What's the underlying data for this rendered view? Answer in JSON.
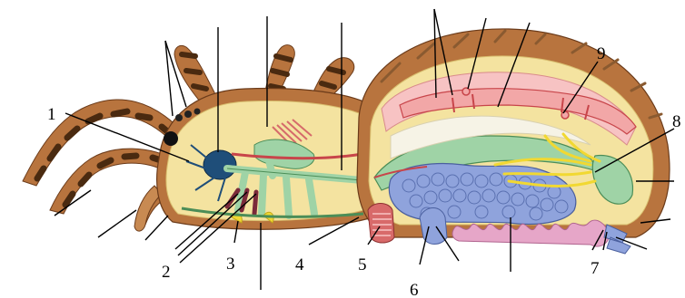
{
  "labels": [
    {
      "id": "1",
      "text": "1"
    },
    {
      "id": "2",
      "text": "2"
    },
    {
      "id": "3",
      "text": "3"
    },
    {
      "id": "4",
      "text": "4"
    },
    {
      "id": "5",
      "text": "5"
    },
    {
      "id": "6",
      "text": "6"
    },
    {
      "id": "7",
      "text": "7"
    },
    {
      "id": "8",
      "text": "8"
    },
    {
      "id": "9",
      "text": "9"
    }
  ],
  "colors": {
    "cuticle": "#b8743e",
    "cuticle_dark": "#6b3b1a",
    "hair": "#8a5a30",
    "body_cavity": "#f4e3a0",
    "nerve_center": "#1f4e79",
    "digestive": "#9fd3a6",
    "digestive_dark": "#4b8d57",
    "liver_lobes": "#8fa3dc",
    "heart": "#f2a7a7",
    "vessel_red": "#c8454a",
    "silk_glands": "#e6a6c8",
    "malpighian": "#f1d832",
    "book_lung": "#d86a6a"
  }
}
